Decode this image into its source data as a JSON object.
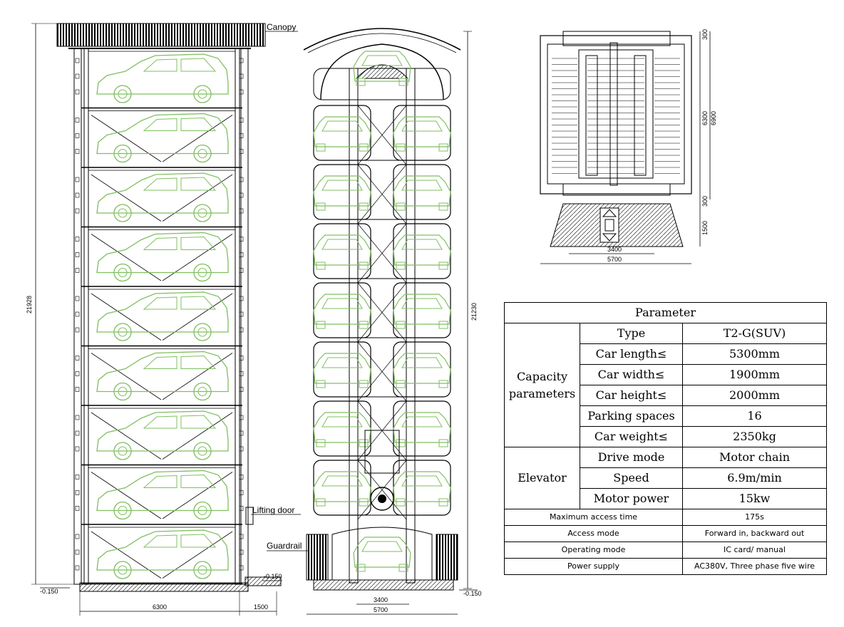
{
  "drawing": {
    "side_view": {
      "labels": {
        "canopy": "Canopy",
        "lifting_door": "Lifting door",
        "guardrail": "Guardrail"
      },
      "dims": {
        "height": "21928",
        "width": "6300",
        "extra_width": "1500",
        "level_left": "-0.150",
        "level_right": "-0.150"
      }
    },
    "front_view": {
      "dims": {
        "height": "21230",
        "inner_width": "3400",
        "outer_width": "5700",
        "level": "-0.150"
      }
    },
    "plan_view": {
      "dims": {
        "top": "300",
        "depth_inner": "6300",
        "depth_outer": "6900",
        "bottom": "300",
        "approach": "1500",
        "inner_width": "3400",
        "outer_width": "5700"
      }
    },
    "colors": {
      "line": "#000000",
      "car": "#7fbf5f"
    }
  },
  "table": {
    "title": "Parameter",
    "capacity_group": "Capacity parameters",
    "capacity_rows": [
      {
        "name": "Type",
        "value": "T2-G(SUV)"
      },
      {
        "name": "Car length≤",
        "value": "5300mm"
      },
      {
        "name": "Car width≤",
        "value": "1900mm"
      },
      {
        "name": "Car height≤",
        "value": "2000mm"
      },
      {
        "name": "Parking spaces",
        "value": "16"
      },
      {
        "name": "Car weight≤",
        "value": "2350kg"
      }
    ],
    "elevator_group": "Elevator",
    "elevator_rows": [
      {
        "name": "Drive mode",
        "value": "Motor chain"
      },
      {
        "name": "Speed",
        "value": "6.9m/min"
      },
      {
        "name": "Motor power",
        "value": "15kw"
      }
    ],
    "general_rows": [
      {
        "name": "Maximum access time",
        "value": "175s"
      },
      {
        "name": "Access mode",
        "value": "Forward in, backward out"
      },
      {
        "name": "Operating mode",
        "value": "IC card/ manual"
      },
      {
        "name": "Power supply",
        "value": "AC380V, Three phase five wire"
      }
    ]
  }
}
